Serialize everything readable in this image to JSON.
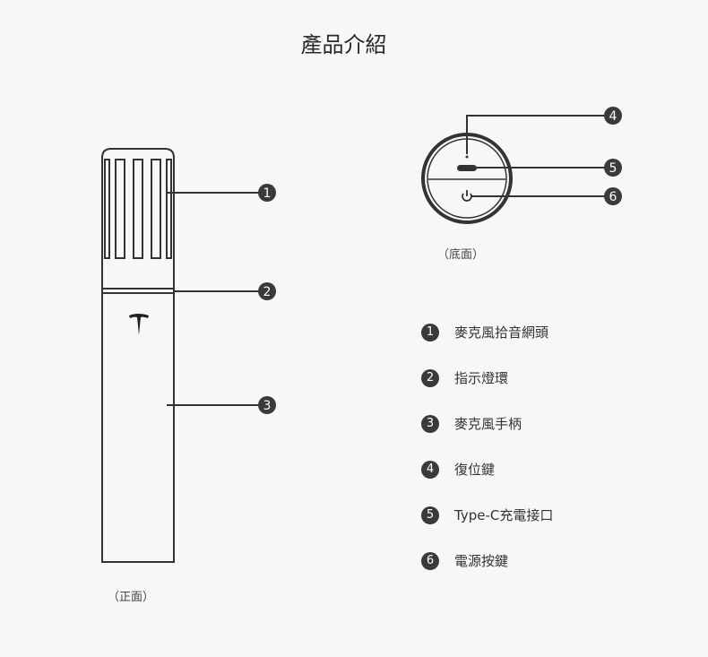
{
  "title": "產品介紹",
  "front_caption": "（正面）",
  "bottom_caption": "（底面）",
  "callouts": [
    "1",
    "2",
    "3",
    "4",
    "5",
    "6"
  ],
  "legend": [
    {
      "num": "1",
      "label": "麥克風拾音網頭"
    },
    {
      "num": "2",
      "label": "指示燈環"
    },
    {
      "num": "3",
      "label": "麥克風手柄"
    },
    {
      "num": "4",
      "label": "復位鍵"
    },
    {
      "num": "5",
      "label": "Type-C充電接口"
    },
    {
      "num": "6",
      "label": "電源按鍵"
    }
  ],
  "colors": {
    "line": "#333333",
    "badge": "#3a3a3a",
    "background": "#f7f7f7"
  }
}
